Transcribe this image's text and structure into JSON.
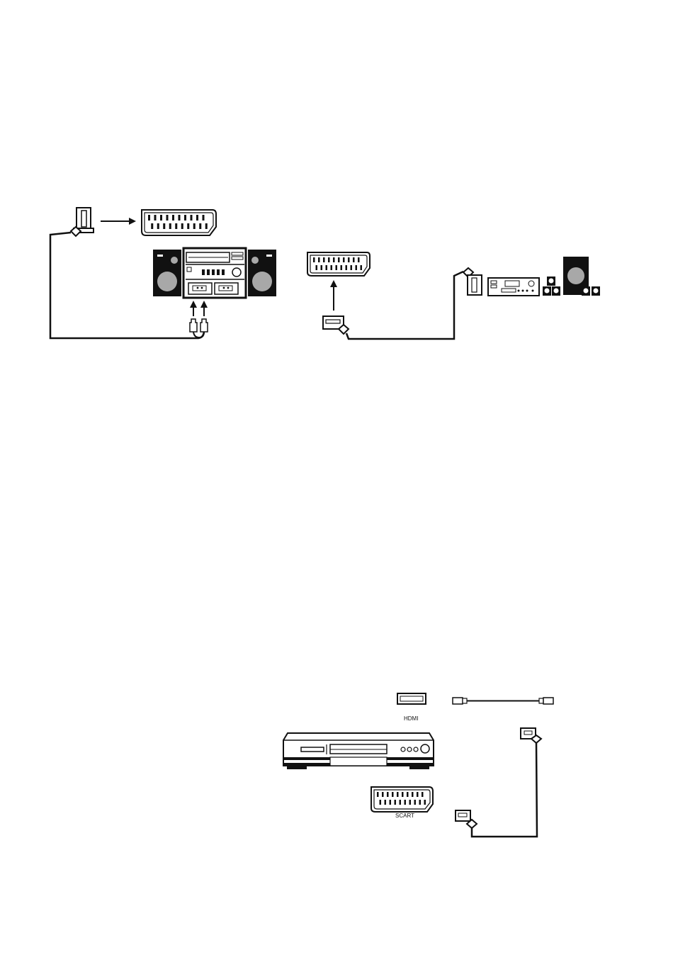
{
  "colors": {
    "ink": "#111111",
    "speaker_gray": "#a8a8a8",
    "background": "#ffffff"
  },
  "diagram_top": {
    "groups": [
      {
        "name": "hifi-system",
        "connectors": [
          "scart-plug",
          "scart-socket",
          "rca-plugs"
        ]
      },
      {
        "name": "home-cinema",
        "connectors": [
          "scart-socket",
          "scart-plug",
          "scart-plug"
        ]
      }
    ]
  },
  "diagram_bottom": {
    "labels": {
      "hdmi": "HDMI",
      "scart": "SCART"
    },
    "devices": [
      "dvd-player",
      "hdmi-port",
      "hdmi-cable",
      "scart-socket",
      "scart-cable"
    ]
  }
}
